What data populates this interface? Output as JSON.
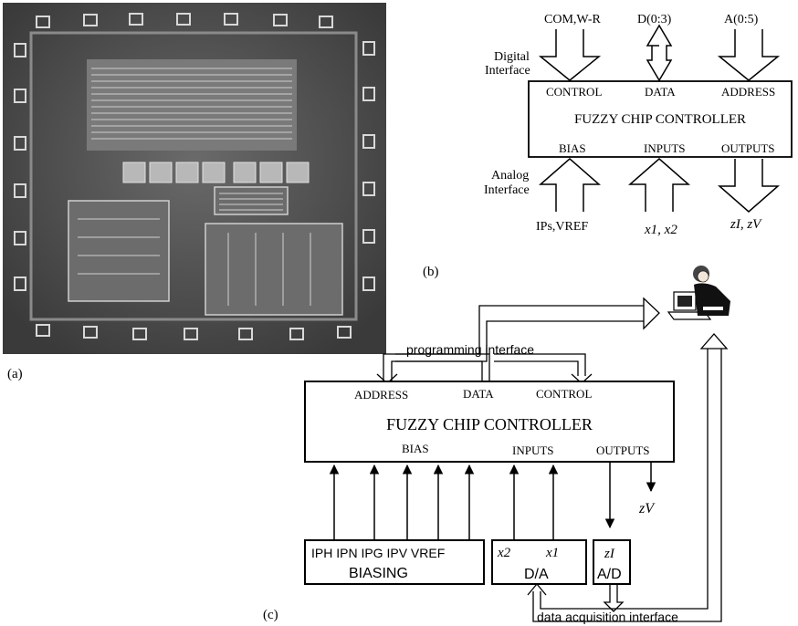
{
  "panel_labels": {
    "a": "(a)",
    "b": "(b)",
    "c": "(c)"
  },
  "panel_b": {
    "top_signals": {
      "control": "COM,W-R",
      "data": "D(0:3)",
      "address": "A(0:5)"
    },
    "digital_interface": [
      "Digital",
      "Interface"
    ],
    "analog_interface": [
      "Analog",
      "Interface"
    ],
    "block_title": "FUZZY CHIP CONTROLLER",
    "ports_top": {
      "control": "CONTROL",
      "data": "DATA",
      "address": "ADDRESS"
    },
    "ports_bottom": {
      "bias": "BIAS",
      "inputs": "INPUTS",
      "outputs": "OUTPUTS"
    },
    "bottom_signals": {
      "bias": "IPs,VREF",
      "inputs": "x1, x2",
      "outputs": "zI, zV"
    }
  },
  "panel_c": {
    "programming_interface": "programming interface",
    "ports_top": {
      "address": "ADDRESS",
      "data": "DATA",
      "control": "CONTROL"
    },
    "block_title": "FUZZY CHIP CONTROLLER",
    "ports_bottom": {
      "bias": "BIAS",
      "inputs": "INPUTS",
      "outputs": "OUTPUTS"
    },
    "zv_label": "zV",
    "biasing": {
      "signals": "IPH IPN IPG IPV VREF",
      "title": "BIASING"
    },
    "da": {
      "x2": "x2",
      "x1": "x1",
      "title": "D/A"
    },
    "ad": {
      "zi": "zI",
      "title": "A/D"
    },
    "data_acquisition_interface": "data acquisition interface"
  }
}
